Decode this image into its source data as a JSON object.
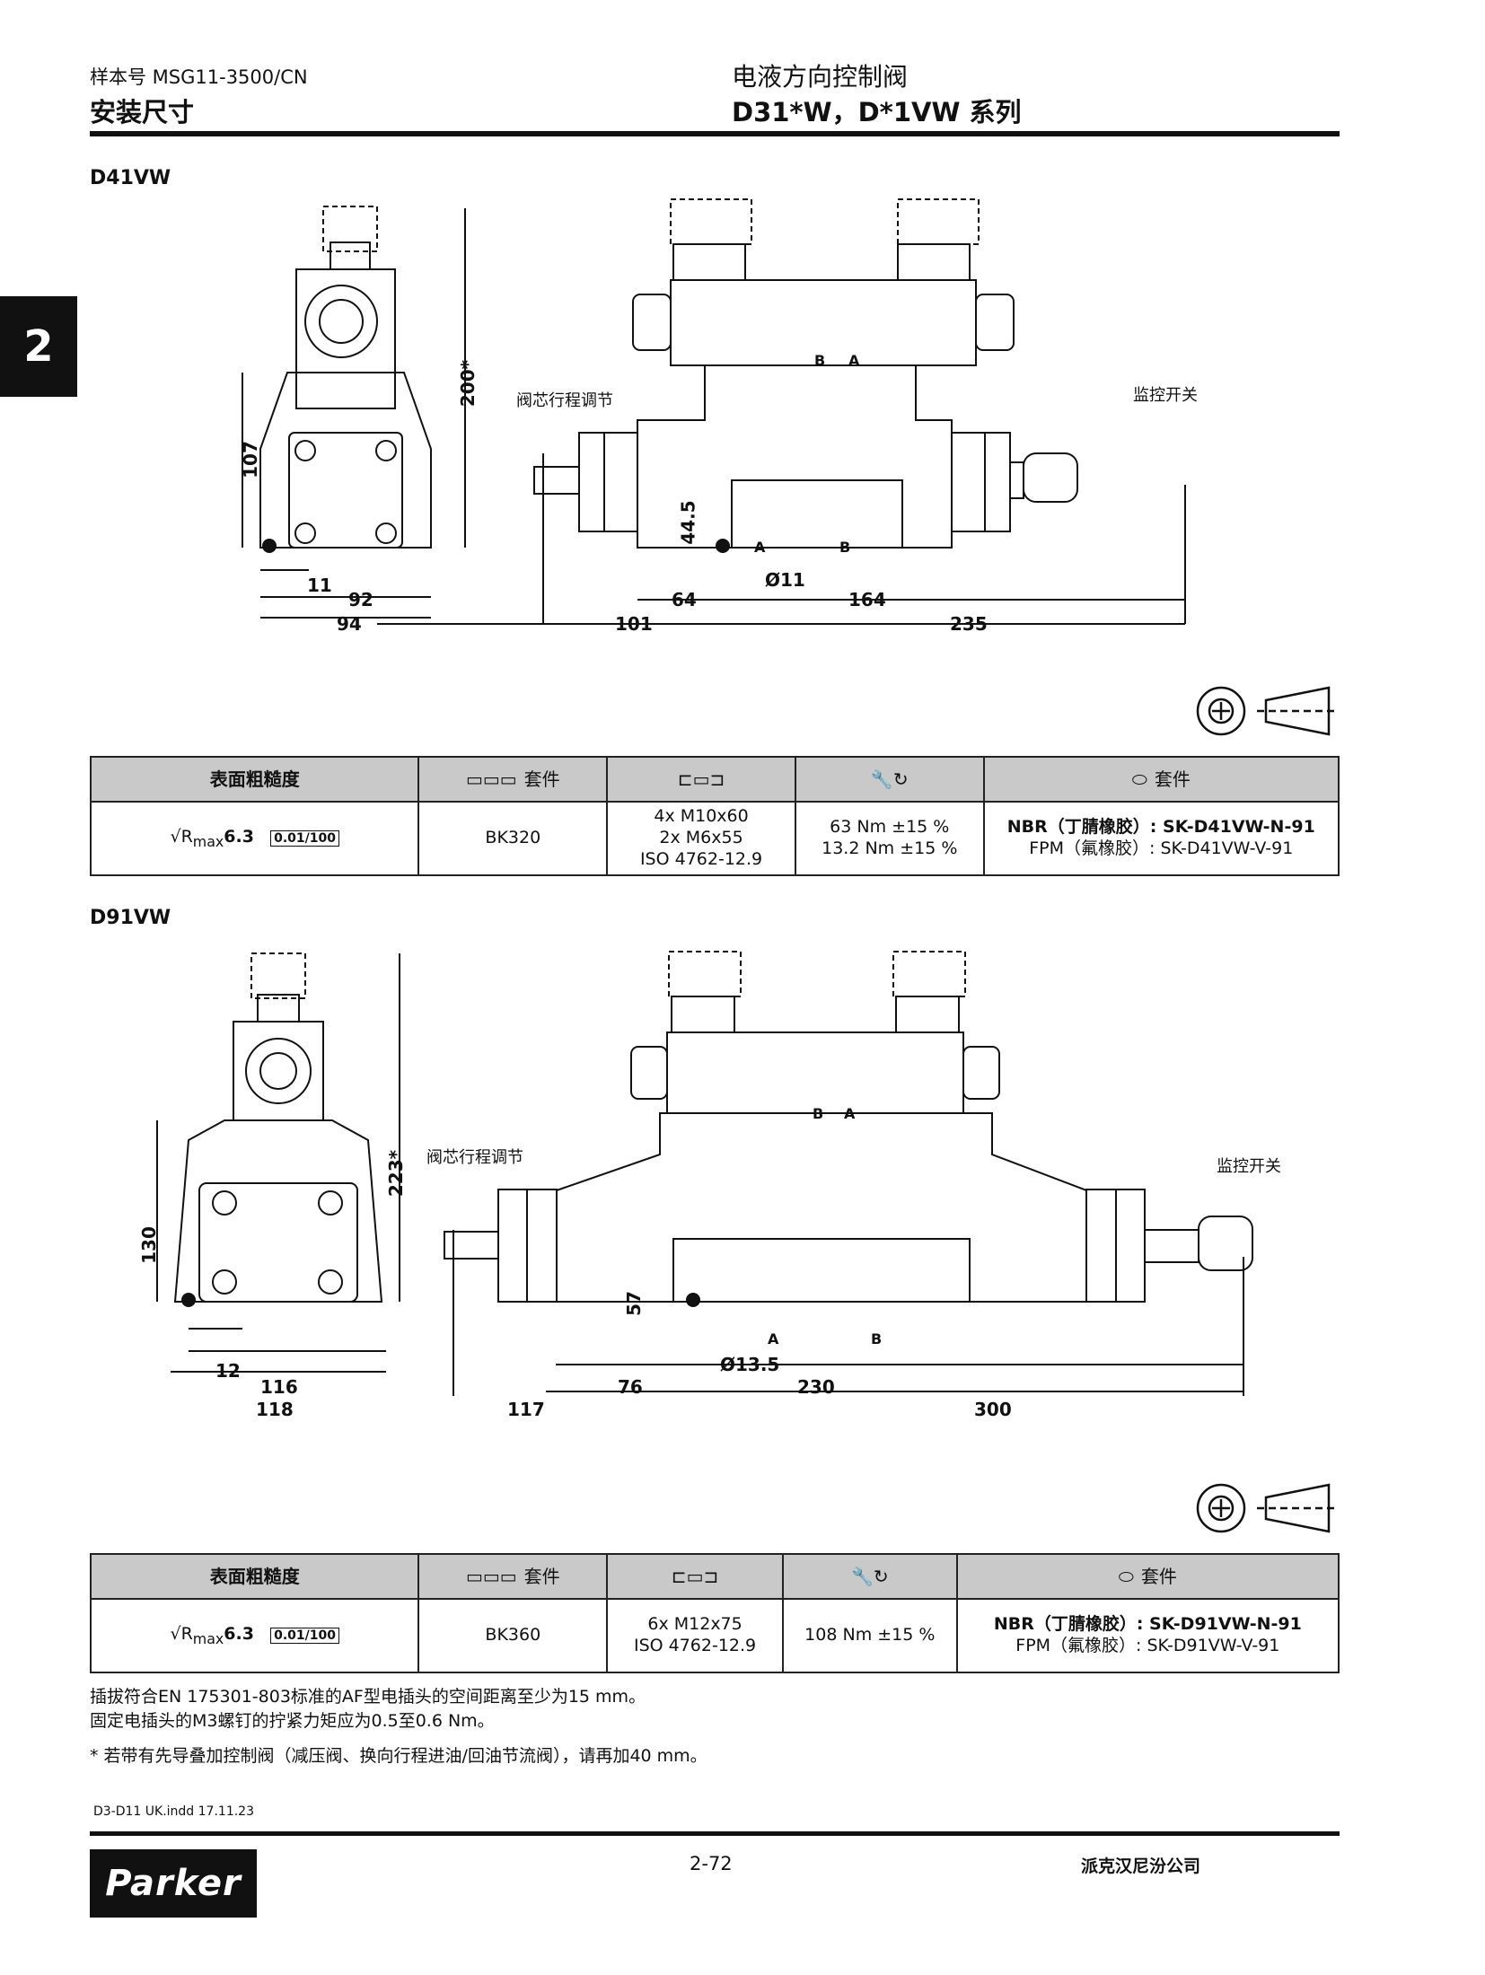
{
  "header": {
    "catalog_no": "样本号 MSG11-3500/CN",
    "section": "安装尺寸",
    "title": "电液方向控制阀",
    "series": "D31*W，D*1VW 系列"
  },
  "chapter_tab": "2",
  "d41": {
    "label": "D41VW",
    "callouts": {
      "spool_adjust": "阀芯行程调节",
      "monitor_switch": "监控开关",
      "port_b": "B",
      "port_a": "A",
      "port_a_low": "A",
      "port_b_low": "B"
    },
    "dims": {
      "d107": "107",
      "d200": "200*",
      "d11": "11",
      "d92": "92",
      "d94": "94",
      "d44_5": "44.5",
      "d64": "64",
      "d164": "164",
      "d_dia11": "Ø11",
      "d101": "101",
      "d235": "235"
    },
    "table": {
      "headers": {
        "roughness": "表面粗糙度",
        "kit": "套件",
        "seal_kit": "套件"
      },
      "roughness": {
        "rmax": "R",
        "rmax_sub": "max",
        "rmax_val": "6.3",
        "flatness": "0.01/100"
      },
      "kit": "BK320",
      "bolts": [
        "4x M10x60",
        "2x M6x55",
        "ISO 4762-12.9"
      ],
      "torque": [
        "63 Nm ±15 %",
        "13.2 Nm ±15 %"
      ],
      "seals": [
        "NBR（丁腈橡胶）: SK-D41VW-N-91",
        "FPM（氟橡胶）: SK-D41VW-V-91"
      ]
    }
  },
  "d91": {
    "label": "D91VW",
    "callouts": {
      "spool_adjust": "阀芯行程调节",
      "monitor_switch": "监控开关",
      "port_b": "B",
      "port_a": "A",
      "port_a_low": "A",
      "port_b_low": "B"
    },
    "dims": {
      "d130": "130",
      "d223": "223*",
      "d12": "12",
      "d116": "116",
      "d118": "118",
      "d57": "57",
      "d76": "76",
      "d230": "230",
      "d_dia13": "Ø13.5",
      "d117": "117",
      "d300": "300"
    },
    "table": {
      "headers": {
        "roughness": "表面粗糙度",
        "kit": "套件",
        "seal_kit": "套件"
      },
      "roughness": {
        "rmax": "R",
        "rmax_sub": "max",
        "rmax_val": "6.3",
        "flatness": "0.01/100"
      },
      "kit": "BK360",
      "bolts": [
        "6x M12x75",
        "ISO 4762-12.9"
      ],
      "torque": [
        "108 Nm ±15 %"
      ],
      "seals": [
        "NBR（丁腈橡胶）: SK-D91VW-N-91",
        "FPM（氟橡胶）: SK-D91VW-V-91"
      ]
    }
  },
  "notes": [
    "插拔符合EN 175301-803标准的AF型电插头的空间距离至少为15 mm。",
    "固定电插头的M3螺钉的拧紧力矩应为0.5至0.6 Nm。",
    "* 若带有先导叠加控制阀（减压阀、换向行程进油/回油节流阀），请再加40 mm。"
  ],
  "footer": {
    "file": "D3-D11 UK.indd  17.11.23",
    "page": "2-72",
    "company": "派克汉尼汾公司",
    "logo": "Parker"
  }
}
